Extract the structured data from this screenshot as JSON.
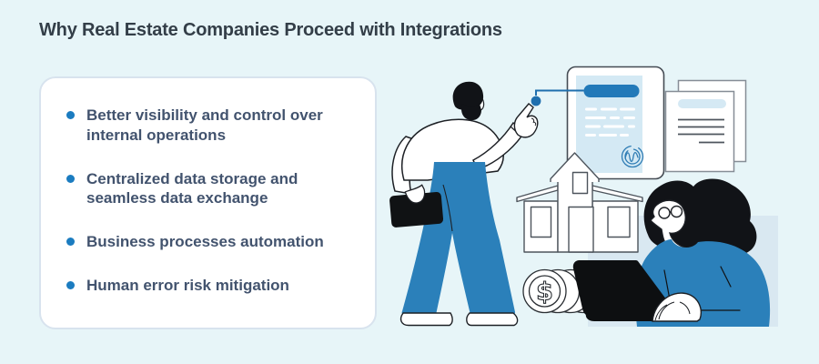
{
  "page": {
    "background_color": "#e7f5f8",
    "title": "Why Real Estate Companies Proceed with Integrations"
  },
  "benefits_card": {
    "bullet_color": "#1b7cc0",
    "text_color": "#42536e",
    "items": [
      {
        "label": "Better visibility and control over internal operations"
      },
      {
        "label": "Centralized data storage and seamless data exchange"
      },
      {
        "label": "Business processes automation"
      },
      {
        "label": "Human error risk mitigation"
      }
    ]
  },
  "illustration": {
    "coin_symbol": "$",
    "accent_blue": "#2b80ba",
    "connector_blue": "#1f6fae",
    "panel_color": "#d9e8f1",
    "elements": [
      "businessman-pointing",
      "contract-document",
      "document-stack",
      "house",
      "coin-stack",
      "woman-with-laptop"
    ]
  }
}
